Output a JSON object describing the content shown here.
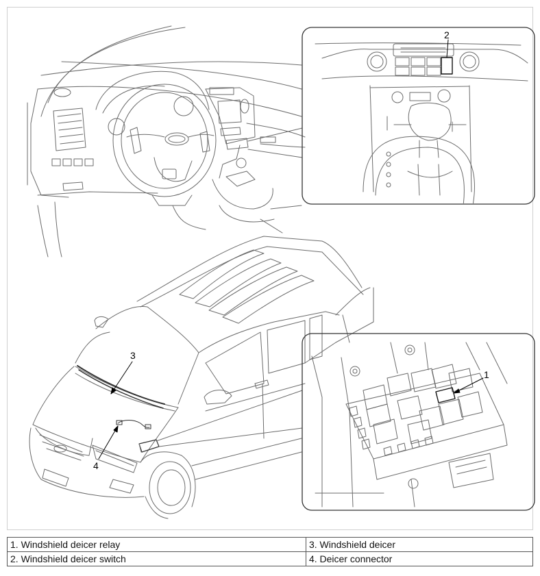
{
  "callouts": {
    "relay": "1",
    "switch": "2",
    "deicer": "3",
    "connector": "4"
  },
  "legend": [
    [
      "1. Windshield deicer relay",
      "3. Windshield deicer"
    ],
    [
      "2. Windshield deicer switch",
      "4. Deicer connector"
    ]
  ]
}
